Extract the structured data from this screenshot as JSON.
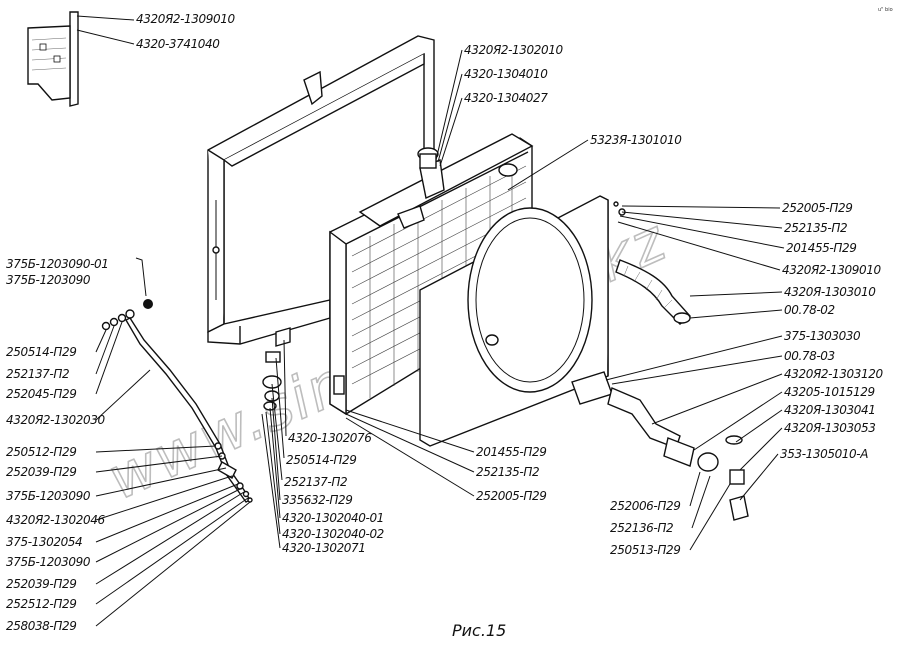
{
  "caption": "Рис.15",
  "watermark": "www.sinkron-too.kz",
  "corner_mark": "u\" bio",
  "labels": [
    "4320Я2-1309010",
    "4320-3741040",
    "4320Я2-1302010",
    "4320-1304010",
    "4320-1304027",
    "5323Я-1301010",
    "252005-П29",
    "252135-П2",
    "201455-П29",
    "4320Я2-1309010",
    "4320Я-1303010",
    "00.78-02",
    "375-1303030",
    "00.78-03",
    "4320Я2-1303120",
    "43205-1015129",
    "4320Я-1303041",
    "4320Я-1303053",
    "353-1305010-А",
    "375Б-1203090-01",
    "375Б-1203090",
    "250514-П29",
    "252137-П2",
    "252045-П29",
    "4320Я2-1302030",
    "250512-П29",
    "252039-П29",
    "375Б-1203090",
    "4320Я2-1302046",
    "375-1302054",
    "375Б-1203090",
    "252039-П29",
    "252512-П29",
    "258038-П29",
    "4320-1302076",
    "250514-П29",
    "252137-П2",
    "335632-П29",
    "4320-1302040-01",
    "4320-1302040-02",
    "4320-1302071",
    "201455-П29",
    "252135-П2",
    "252005-П29",
    "252006-П29",
    "252136-П2",
    "250513-П29"
  ]
}
